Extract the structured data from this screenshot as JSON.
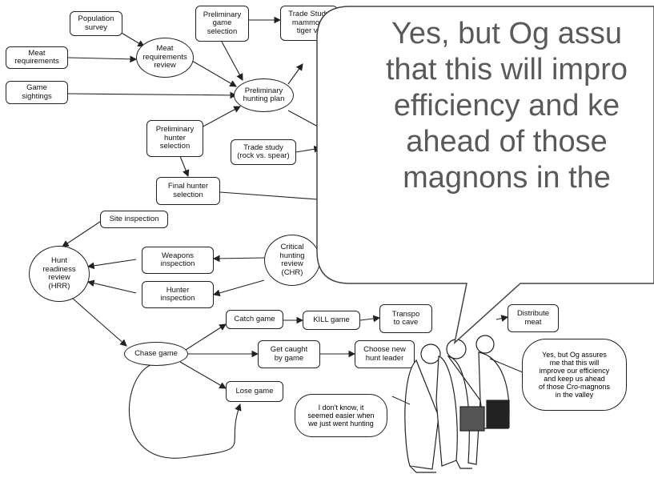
{
  "nodes": {
    "population_survey": "Population\nsurvey",
    "meat_requirements": "Meat\nrequirements",
    "meat_requirements_review": "Meat\nrequirements\nreview",
    "game_sightings": "Game\nsightings",
    "preliminary_game_selection": "Preliminary\ngame\nselection",
    "trade_study_mammoth": "Trade Study\nmammoth\ntiger vs",
    "preliminary_hunting_plan": "Preliminary\nhunting plan",
    "preliminary_hunter_selection": "Preliminary\nhunter\nselection",
    "trade_study_rock_spear": "Trade study\n(rock vs. spear)",
    "final_hunter_selection": "Final hunter\nselection",
    "site_inspection": "Site inspection",
    "weapons_inspection": "Weapons\ninspection",
    "critical_hunting_review": "Critical\nhunting\nreview\n(CHR)",
    "hunt_readiness_review": "Hunt\nreadiness\nreview\n(HRR)",
    "hunter_inspection": "Hunter\ninspection",
    "catch_game": "Catch game",
    "kill_game": "KILL game",
    "transport_to_cave": "Transpo\nto cave",
    "distribute_meat": "Distribute\nmeat",
    "chase_game": "Chase game",
    "get_caught_by_game": "Get caught\nby game",
    "choose_new_hunt_leader": "Choose new\nhunt leader",
    "lose_game": "Lose game"
  },
  "speech": {
    "left": "I don't know, it\nseemed easier when\nwe just went hunting",
    "right": "Yes, but Og assures\nme that this will\nimprove our efficiency\nand keep us ahead\nof those Cro-magnons\nin the valley"
  },
  "callout": {
    "text": "Yes, but Og assu\nthat this will impro\nefficiency and ke\nahead of those\nmagnons in the"
  },
  "colors": {
    "callout_text": "#5a5a5a",
    "line": "#222222"
  }
}
